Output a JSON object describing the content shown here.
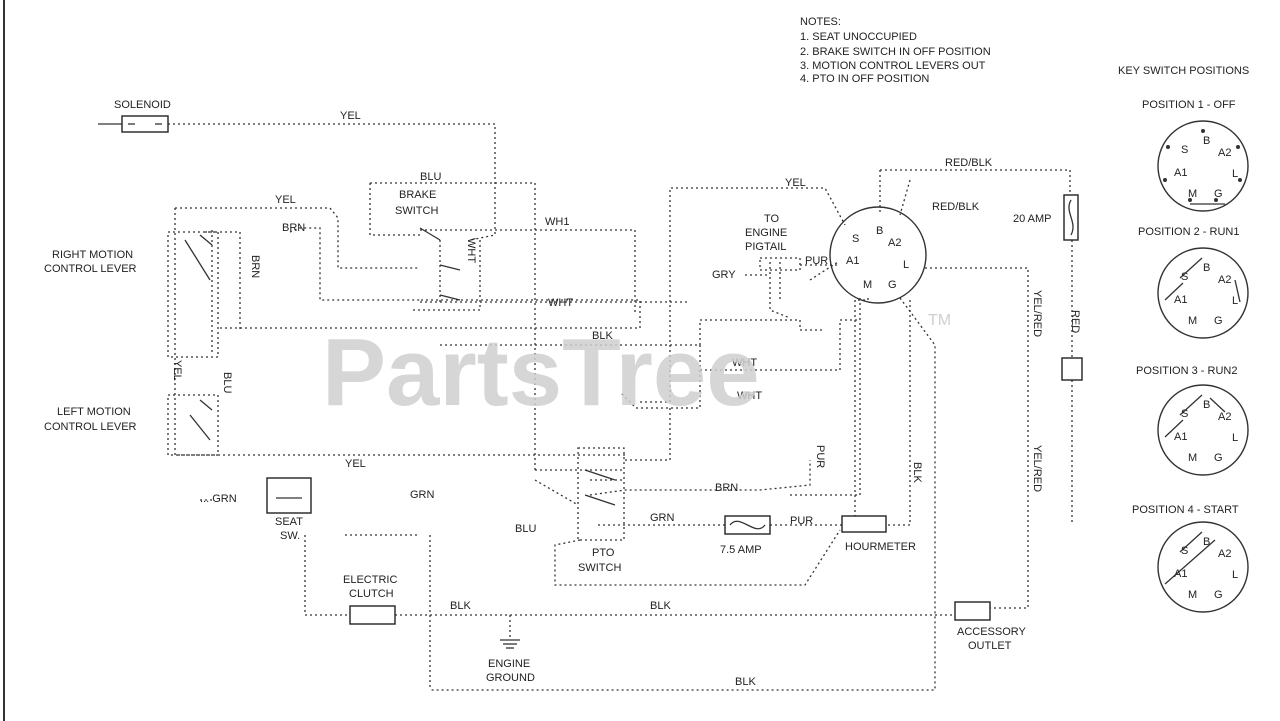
{
  "notes": {
    "title": "NOTES:",
    "items": [
      "1.  SEAT UNOCCUPIED",
      "2.  BRAKE SWITCH IN OFF POSITION",
      "3.  MOTION CONTROL LEVERS OUT",
      "4.  PTO IN OFF POSITION"
    ]
  },
  "key_switch": {
    "title": "KEY SWITCH POSITIONS",
    "positions": [
      {
        "label": "POSITION 1 - OFF"
      },
      {
        "label": "POSITION 2 - RUN1"
      },
      {
        "label": "POSITION 3 - RUN2"
      },
      {
        "label": "POSITION 4 - START"
      }
    ],
    "terminals": {
      "s": "S",
      "b": "B",
      "a1": "A1",
      "a2": "A2",
      "l": "L",
      "m": "M",
      "g": "G"
    }
  },
  "components": {
    "solenoid": "SOLENOID",
    "brake_switch": [
      "BRAKE",
      "SWITCH"
    ],
    "right_lever": [
      "RIGHT MOTION",
      "CONTROL LEVER"
    ],
    "left_lever": [
      "LEFT MOTION",
      "CONTROL LEVER"
    ],
    "engine_pigtail": [
      "TO",
      "ENGINE",
      "PIGTAIL"
    ],
    "fuse_20": "20 AMP",
    "fuse_7": "7.5 AMP",
    "seat_switch": [
      "SEAT",
      "SW."
    ],
    "pto_switch": [
      "PTO",
      "SWITCH"
    ],
    "hourmeter": "HOURMETER",
    "electric_clutch": [
      "ELECTRIC",
      "CLUTCH"
    ],
    "engine_ground": [
      "ENGINE",
      "GROUND"
    ],
    "accessory_outlet": [
      "ACCESSORY",
      "OUTLET"
    ]
  },
  "wire_labels": {
    "yel": "YEL",
    "blu": "BLU",
    "brn": "BRN",
    "wht": "WHT",
    "wht_alt": "WH1",
    "blk": "BLK",
    "pur": "PUR",
    "gry": "GRY",
    "grn": "GRN",
    "red_blk": "RED/BLK",
    "yel_red": "YEL/RED",
    "red": "RED",
    "grn_short": "... GRN"
  },
  "watermark": {
    "text": "PartsTree",
    "tm": "TM"
  }
}
